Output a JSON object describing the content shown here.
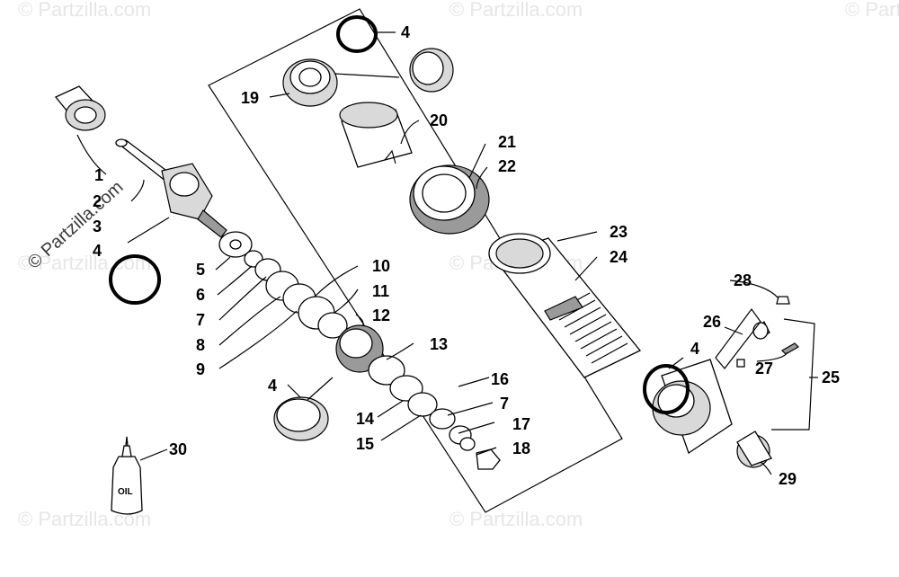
{
  "watermark": {
    "text": "© Partzilla.com",
    "main_text": "© Partzilla.com"
  },
  "bottle_label": "OIL",
  "callouts": {
    "c1": "1",
    "c2": "2",
    "c3": "3",
    "c4a": "4",
    "c4b": "4",
    "c4c": "4",
    "c4d": "4",
    "c5": "5",
    "c6": "6",
    "c7a": "7",
    "c7b": "7",
    "c8": "8",
    "c9": "9",
    "c10": "10",
    "c11": "11",
    "c12": "12",
    "c13": "13",
    "c14": "14",
    "c15": "15",
    "c16": "16",
    "c17": "17",
    "c18": "18",
    "c19": "19",
    "c20": "20",
    "c21": "21",
    "c22": "22",
    "c23": "23",
    "c24": "24",
    "c25": "25",
    "c26": "26",
    "c27": "27",
    "c28": "28",
    "c29": "29",
    "c30": "30"
  }
}
